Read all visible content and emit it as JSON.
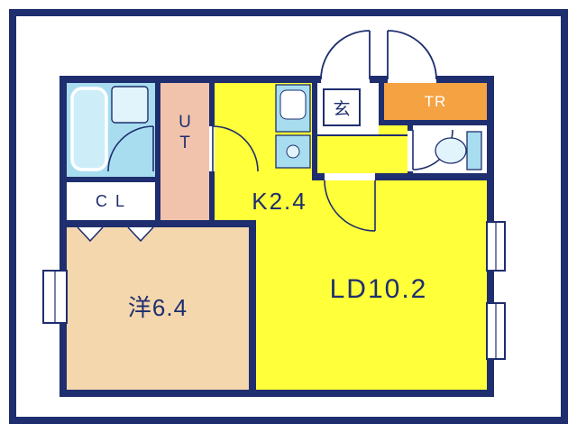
{
  "palette": {
    "wall": "#1e2e6e",
    "yellow": "#ffff3a",
    "tan": "#f5d7ae",
    "pink": "#f2c3ac",
    "orange": "#f4a242",
    "light_blue": "#a8ddf0",
    "pale_blue": "#e2f4fb",
    "white": "#ffffff"
  },
  "rooms": {
    "ld": {
      "label": "LD10.2"
    },
    "kitchen": {
      "label": "K2.4"
    },
    "western": {
      "label": "洋6.4"
    },
    "ut": {
      "label": "U\nT"
    },
    "closet": {
      "label": "C L"
    },
    "trunk": {
      "label": "TR"
    },
    "genkan": {
      "label": "玄"
    }
  }
}
